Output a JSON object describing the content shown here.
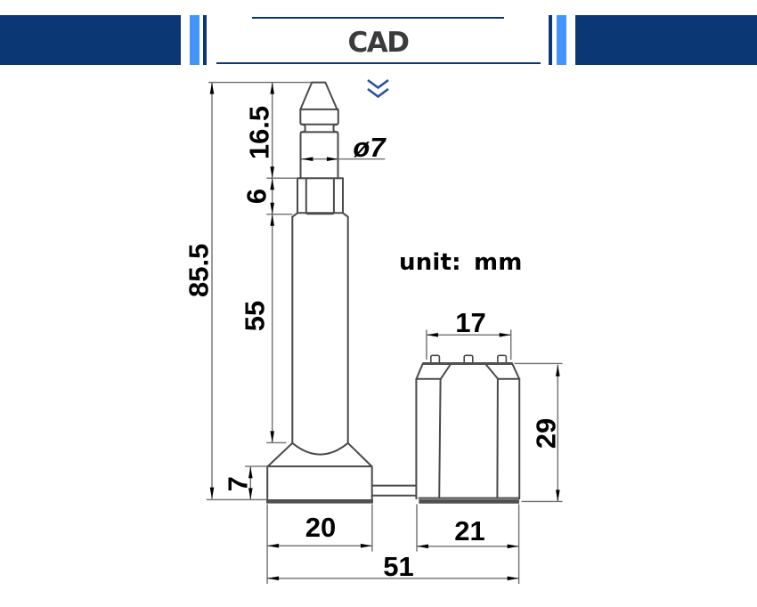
{
  "header": {
    "title": "CAD"
  },
  "icons": {
    "collapse": "double-chevron-down"
  },
  "colors": {
    "navy": "#0b3775",
    "lightblue": "#4394fb",
    "titleink": "#3b3b3b",
    "chevron": "#2b4fa3",
    "ink": "#4a4a4a",
    "inkheavy": "#4f4f4f",
    "dimline": "#6f6f6f",
    "dimtext": "#000000"
  },
  "drawing": {
    "unit_label": "unit:  mm",
    "dimensions": {
      "overall_height": "85.5",
      "tip_length": "16.5",
      "collar_length": "6",
      "shaft_length": "55",
      "base_height": "7",
      "pin_diameter": "ø7",
      "body_top_width": "17",
      "body_height": "29",
      "base_width": "20",
      "body_width": "21",
      "overall_width": "51"
    }
  }
}
